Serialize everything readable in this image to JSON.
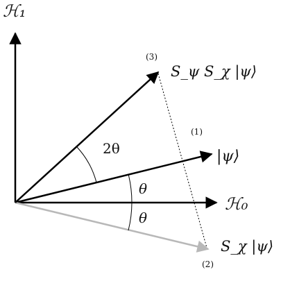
{
  "diagram": {
    "axes": {
      "vertical_label": "ℋ₁",
      "horizontal_label": "ℋ₀"
    },
    "vectors": [
      {
        "id": "psi",
        "number": "(1)",
        "label": "|ψ⟩",
        "color": "#000000"
      },
      {
        "id": "s_chi_psi",
        "number": "(2)",
        "label": "S_χ |ψ⟩",
        "color": "#b8b8b8"
      },
      {
        "id": "s_psi_s_chi_psi",
        "number": "(3)",
        "label": "S_ψ S_χ |ψ⟩",
        "color": "#000000"
      }
    ],
    "angles": {
      "upper_theta": "θ",
      "lower_theta": "θ",
      "two_theta": "2θ"
    }
  }
}
